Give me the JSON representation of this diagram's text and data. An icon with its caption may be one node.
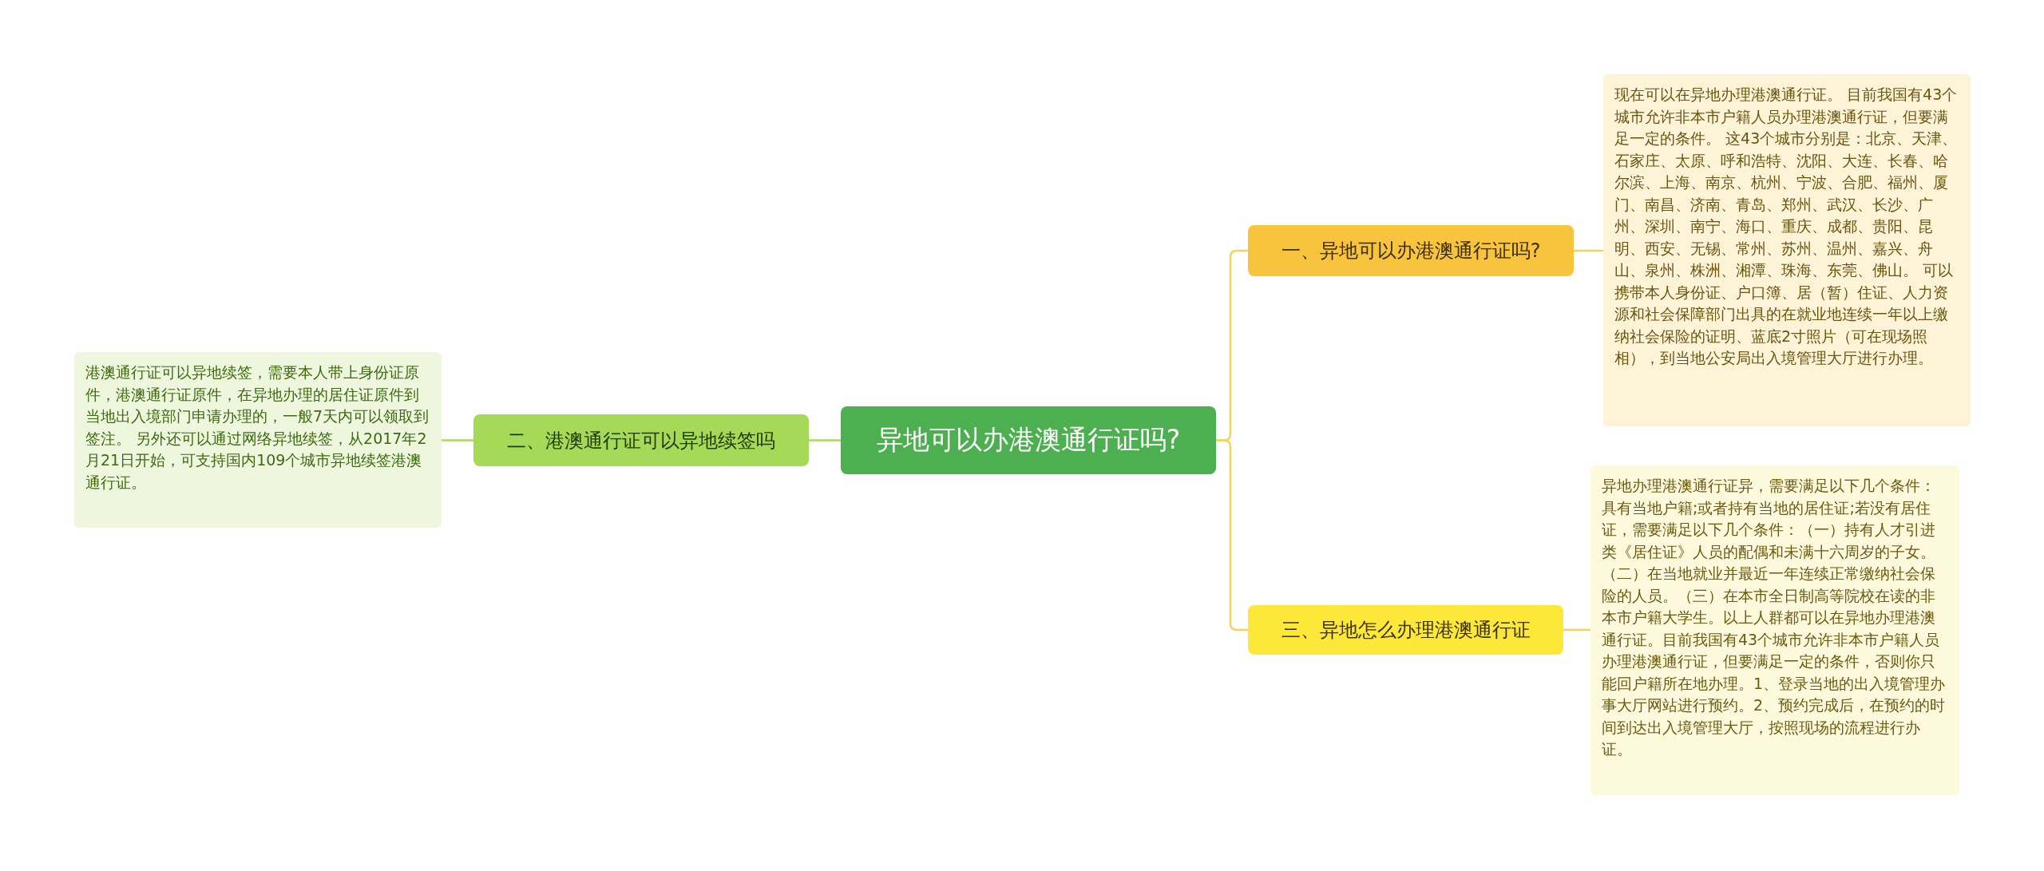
{
  "diagram": {
    "nodes": [
      {
        "text": [
          "异地可以办港澳通行证吗?"
        ]
      },
      {
        "text": [
          "一、异地可以办港澳通行证吗?"
        ]
      },
      {
        "text": [
          "现在可以在异地办理港澳通行证。 目前我国有43个城市允许非本市户籍人员办理港澳通行证，但要满足一定的条件。 这43个城市分别是：北京、天津、石家庄、太原、呼和浩特、沈阳、大连、长春、哈尔滨、上海、南京、杭州、宁波、合肥、福州、厦门、南昌、济南、青岛、郑州、武汉、长沙、广州、深圳、南宁、海口、重庆、成都、贵阳、昆明、西安、无锡、常州、苏州、温州、嘉兴、舟山、泉州、株洲、湘潭、珠海、东莞、佛山。 可以携带本人身份证、户口簿、居（暂）住证、人力资源和社会保障部门出具的在就业地连续一年以上缴纳社会保险的证明、蓝底2寸照片（可在现场照相），到当地公安局出入境管理大厅进行办理。"
        ]
      },
      {
        "text": [
          "二、港澳通行证可以异地续签吗"
        ]
      },
      {
        "text": [
          "港澳通行证可以异地续签，需要本人带上身份证原件，港澳通行证原件，在异地办理的居住证原件到当地出入境部门申请办理的，一般7天内可以领取到签注。 另外还可以通过网络异地续签，从2017年2月21日开始，可支持国内109个城市异地续签港澳通行证。"
        ]
      },
      {
        "text": [
          "三、异地怎么办理港澳通行证"
        ]
      },
      {
        "text": [
          "异地办理港澳通行证异，需要满足以下几个条件：具有当地户籍;或者持有当地的居住证;若没有居住证，需要满足以下几个条件：（一）持有人才引进类《居住证》人员的配偶和未满十六周岁的子女。（二）在当地就业并最近一年连续正常缴纳社会保险的人员。（三）在本市全日制高等院校在读的非本市户籍大学生。以上人群都可以在异地办理港澳通行证。目前我国有43个城市允许非本市户籍人员办理港澳通行证，但要满足一定的条件，否则你只能回户籍所在地办理。1、登录当地的出入境管理办事大厅网站进行预约。2、预约完成后，在预约的时间到达出入境管理大厅，按照现场的流程进行办证。"
        ]
      }
    ],
    "edges": [
      {
        "from": 0,
        "to": 1,
        "arrow": "none",
        "color": "#f3d35c"
      },
      {
        "from": 1,
        "to": 2,
        "arrow": "none",
        "color": "#f3d35c"
      },
      {
        "from": 0,
        "to": 3,
        "arrow": "none",
        "color": "#a8d85c"
      },
      {
        "from": 3,
        "to": 4,
        "arrow": "none",
        "color": "#a8d85c"
      },
      {
        "from": 0,
        "to": 5,
        "arrow": "none",
        "color": "#f3d35c"
      },
      {
        "from": 5,
        "to": 6,
        "arrow": "none",
        "color": "#f3d35c"
      }
    ]
  }
}
